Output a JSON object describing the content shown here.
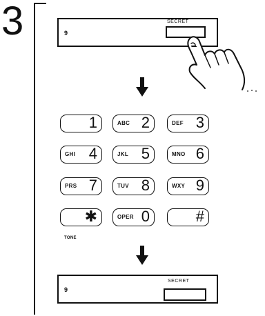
{
  "step": "3",
  "top_display": {
    "digit": "9",
    "secret_label": "SECRET"
  },
  "bottom_display": {
    "digit": "9",
    "secret_label": "SECRET"
  },
  "keypad": [
    {
      "letters": "",
      "num": "1"
    },
    {
      "letters": "ABC",
      "num": "2"
    },
    {
      "letters": "DEF",
      "num": "3"
    },
    {
      "letters": "GHI",
      "num": "4"
    },
    {
      "letters": "JKL",
      "num": "5"
    },
    {
      "letters": "MNO",
      "num": "6"
    },
    {
      "letters": "PRS",
      "num": "7"
    },
    {
      "letters": "TUV",
      "num": "8"
    },
    {
      "letters": "WXY",
      "num": "9"
    },
    {
      "letters": "",
      "num": "✱"
    },
    {
      "letters": "OPER",
      "num": "0"
    },
    {
      "letters": "",
      "num": "#"
    }
  ],
  "tone_label": "TONE"
}
